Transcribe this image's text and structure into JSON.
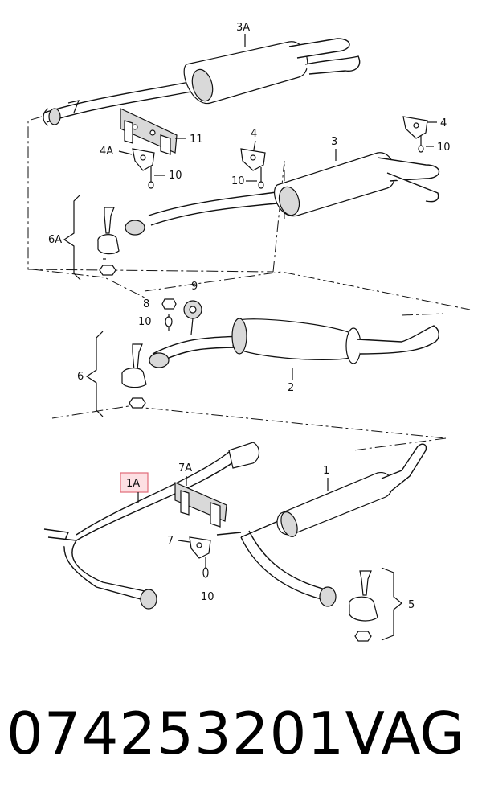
{
  "labels": {
    "l3A": "3A",
    "l11": "11",
    "l4A": "4A",
    "l10a": "10",
    "l4": "4",
    "l3": "3",
    "l4b": "4",
    "l10b": "10",
    "l10c": "10",
    "l6A": "6A",
    "l9": "9",
    "l8": "8",
    "l10d": "10",
    "l6": "6",
    "l2": "2",
    "l7A": "7A",
    "l1A": "1A",
    "l1": "1",
    "l7": "7",
    "l10e": "10",
    "l5": "5"
  },
  "footer": {
    "part_number": "074253201",
    "brand": "VAG"
  },
  "colors": {
    "highlight_fill": "#fde0e3",
    "highlight_stroke": "#e06a78"
  }
}
